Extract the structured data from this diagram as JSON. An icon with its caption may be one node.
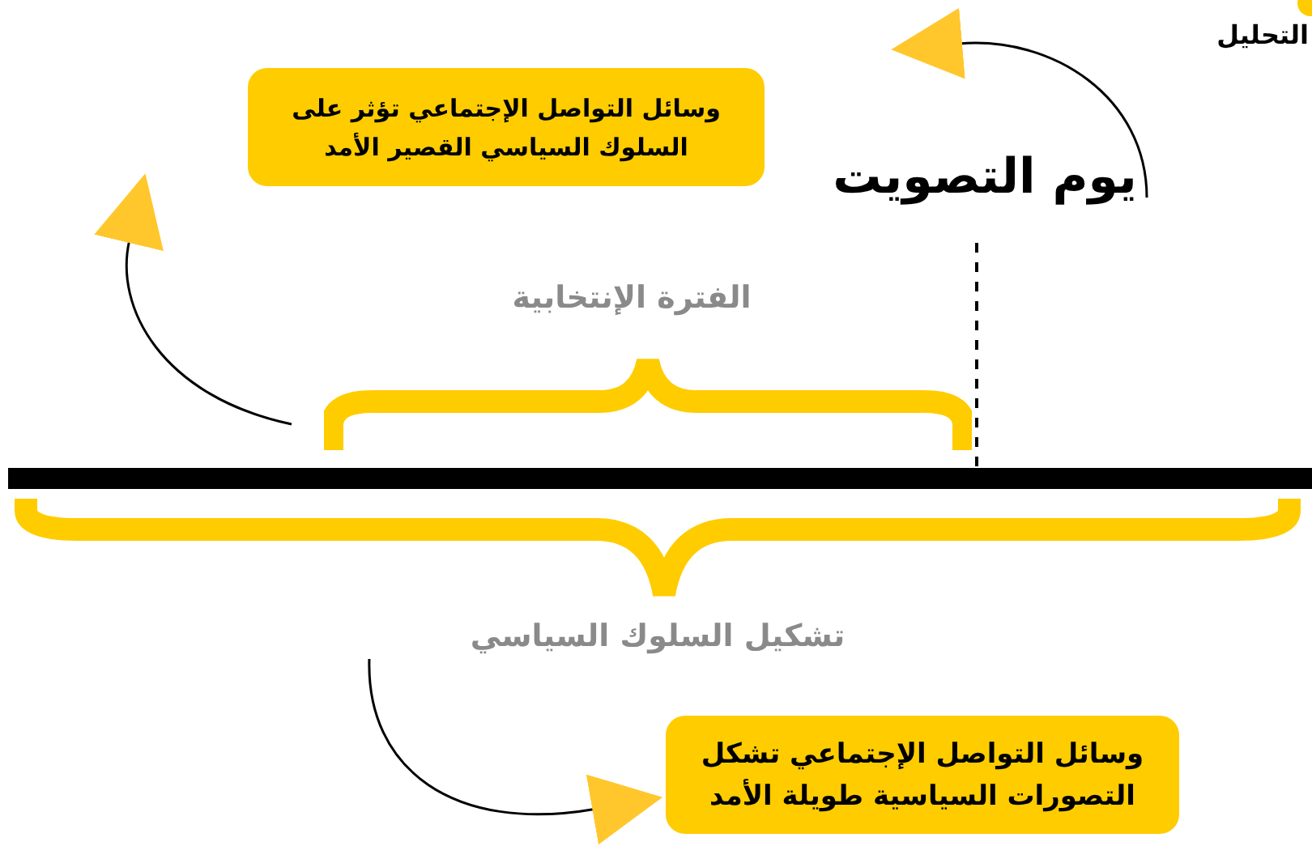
{
  "diagram": {
    "nodes": [
      {
        "text": [
          "وسائل التواصل الإجتماعي تؤثر على السلوك السياسي القصير الأمد"
        ]
      },
      {
        "text": [
          "يوم التصويت"
        ]
      },
      {
        "text": [
          "الفترة الإنتخابية"
        ]
      },
      {
        "text": [
          "تشكيل السلوك السياسي"
        ]
      },
      {
        "text": [
          "وسائل التواصل الإجتماعي تشكل التصورات السياسية طويلة الأمد"
        ]
      }
    ],
    "edges": [
      {
        "from": 2,
        "to": null,
        "arrow": "to"
      },
      {
        "from": 1,
        "to": null,
        "arrow": "to"
      },
      {
        "from": 3,
        "to": 4,
        "arrow": "to"
      }
    ],
    "labels": [
      "التحليل"
    ]
  }
}
